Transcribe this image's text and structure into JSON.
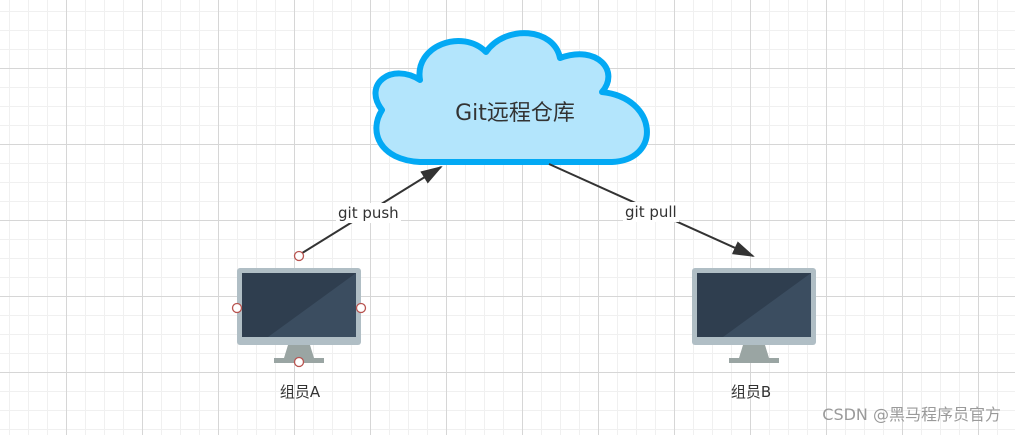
{
  "diagram": {
    "cloud": {
      "label": "Git远程仓库",
      "fill_color": "#b3e5fc",
      "stroke_color": "#03a9f4"
    },
    "edges": {
      "push": {
        "label": "git push",
        "from": "组员A",
        "to": "Git远程仓库"
      },
      "pull": {
        "label": "git pull",
        "from": "Git远程仓库",
        "to": "组员B"
      }
    },
    "nodes": {
      "member_a": {
        "label": "组员A",
        "icon": "monitor-icon",
        "selected": true
      },
      "member_b": {
        "label": "组员B",
        "icon": "monitor-icon",
        "selected": false
      }
    },
    "colors": {
      "monitor_frame": "#b0bec5",
      "monitor_screen": "#2f3e4f",
      "monitor_stand": "#9aa5a3",
      "arrow": "#333333",
      "selection_handle": "#b85450"
    }
  },
  "watermark": "CSDN @黑马程序员官方"
}
